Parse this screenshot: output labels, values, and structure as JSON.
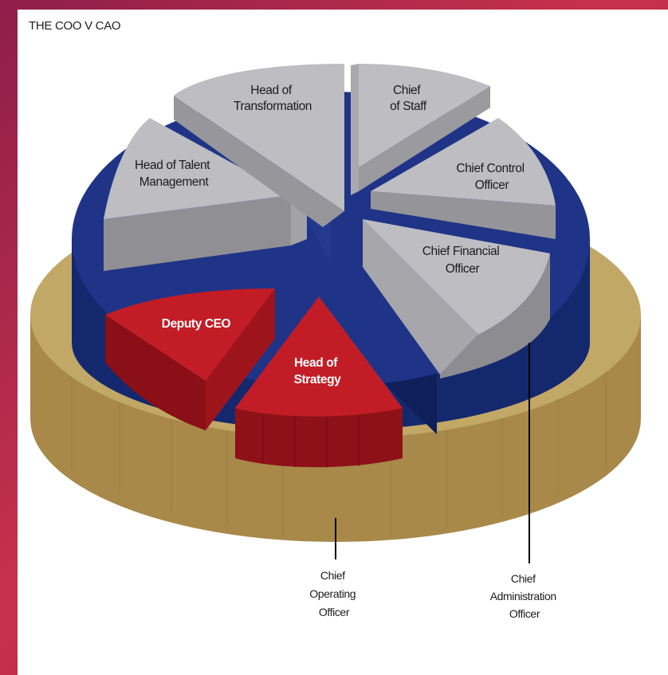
{
  "title": "THE COO V CAO",
  "colors": {
    "gold": "#b49a57",
    "navy": "#1c2f7f",
    "grey": "#b9b9bd",
    "red": "#b11a22"
  },
  "slices": {
    "head_of_transformation": [
      "Head of",
      "Transformation"
    ],
    "chief_of_staff": [
      "Chief",
      "of Staff"
    ],
    "head_of_talent_management": [
      "Head of Talent",
      "Management"
    ],
    "chief_control_officer": [
      "Chief Control",
      "Officer"
    ],
    "chief_financial_officer": [
      "Chief Financial",
      "Officer"
    ],
    "deputy_ceo": [
      "Deputy CEO"
    ],
    "head_of_strategy": [
      "Head of",
      "Strategy"
    ]
  },
  "callouts": {
    "chief_operating_officer": [
      "Chief",
      "Operating",
      "Officer"
    ],
    "chief_administration_officer": [
      "Chief",
      "Administration",
      "Officer"
    ]
  }
}
